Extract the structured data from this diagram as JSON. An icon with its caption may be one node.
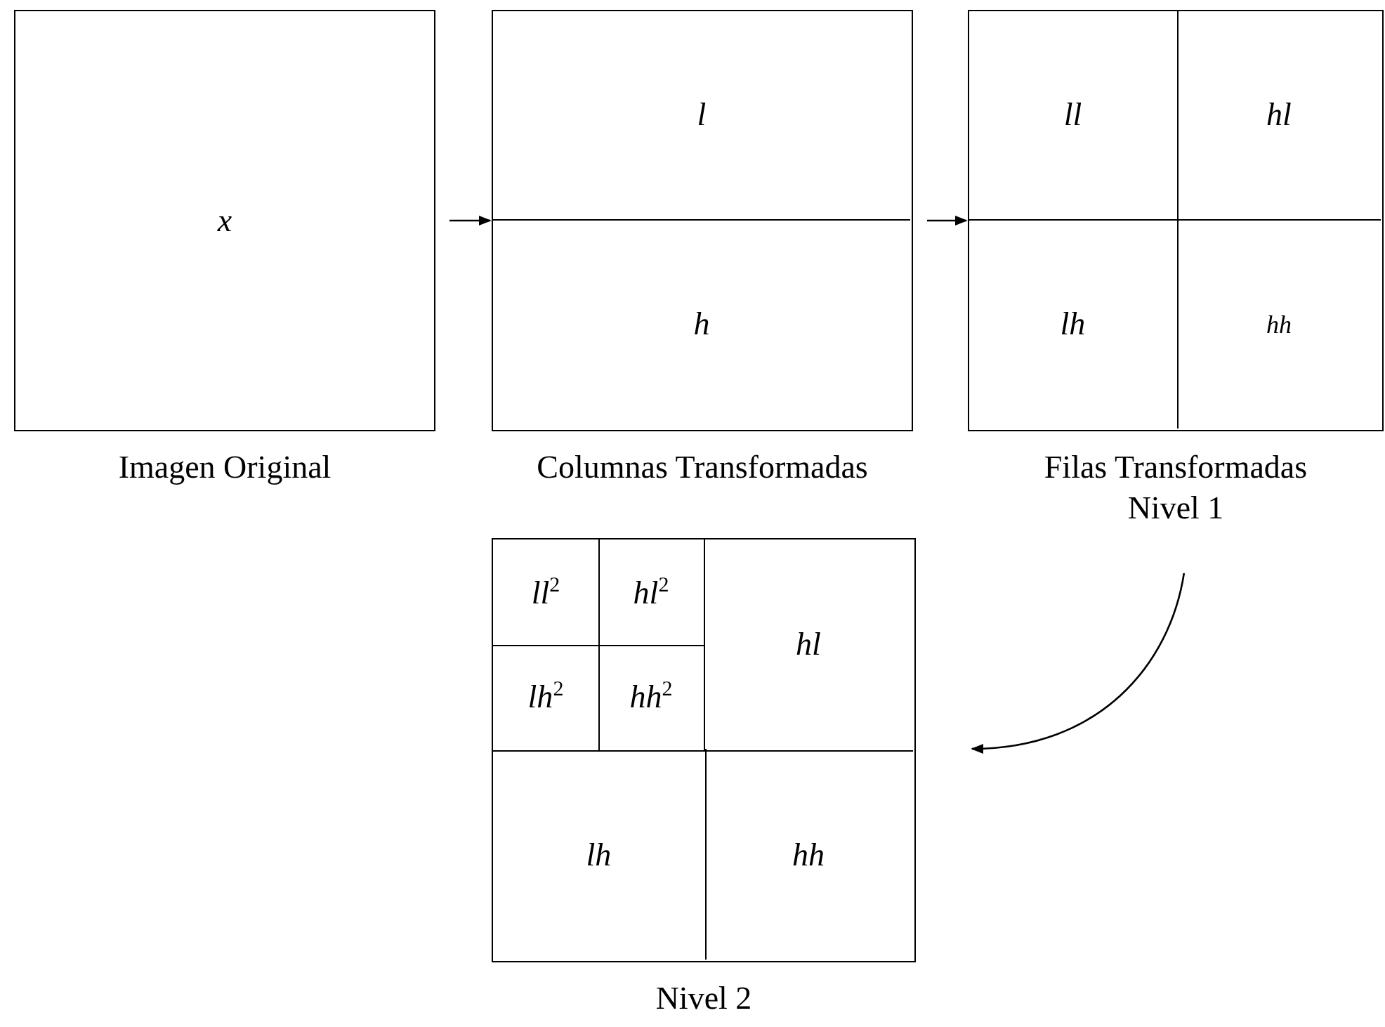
{
  "diagram": {
    "nodes": [
      {
        "text": [
          "x"
        ],
        "beside": [
          "Imagen Original"
        ]
      },
      {
        "text": [],
        "shape": "box",
        "beside": [
          "Columnas Transformadas"
        ]
      },
      {
        "text": [
          "l"
        ],
        "in": 1
      },
      {
        "text": [
          "h"
        ],
        "in": 1
      },
      {
        "text": [],
        "shape": "box",
        "beside": [
          "Filas Transformadas Nivel 1"
        ]
      },
      {
        "text": [
          "ll"
        ],
        "in": 4
      },
      {
        "text": [
          "hl"
        ],
        "in": 4
      },
      {
        "text": [
          "lh"
        ],
        "in": 4
      },
      {
        "text": [
          "hh"
        ],
        "in": 4
      },
      {
        "text": [],
        "shape": "box",
        "beside": [
          "Nivel 2"
        ]
      },
      {
        "text": [
          "ll$^{2}$"
        ],
        "in": 9
      },
      {
        "text": [
          "hl$^{2}$"
        ],
        "in": 9
      },
      {
        "text": [
          "lh$^{2}$"
        ],
        "in": 9
      },
      {
        "text": [
          "hh$^{2}$"
        ],
        "in": 9
      },
      {
        "text": [
          "hl"
        ],
        "in": 9
      },
      {
        "text": [
          "lh"
        ],
        "in": 9
      },
      {
        "text": [
          "hh"
        ],
        "in": 9
      }
    ],
    "edges": [
      {
        "from": 0,
        "to": 1,
        "arrow": "to"
      },
      {
        "from": 1,
        "to": 4,
        "arrow": "to"
      },
      {
        "from": 4,
        "to": 9,
        "arrow": "to"
      }
    ]
  }
}
